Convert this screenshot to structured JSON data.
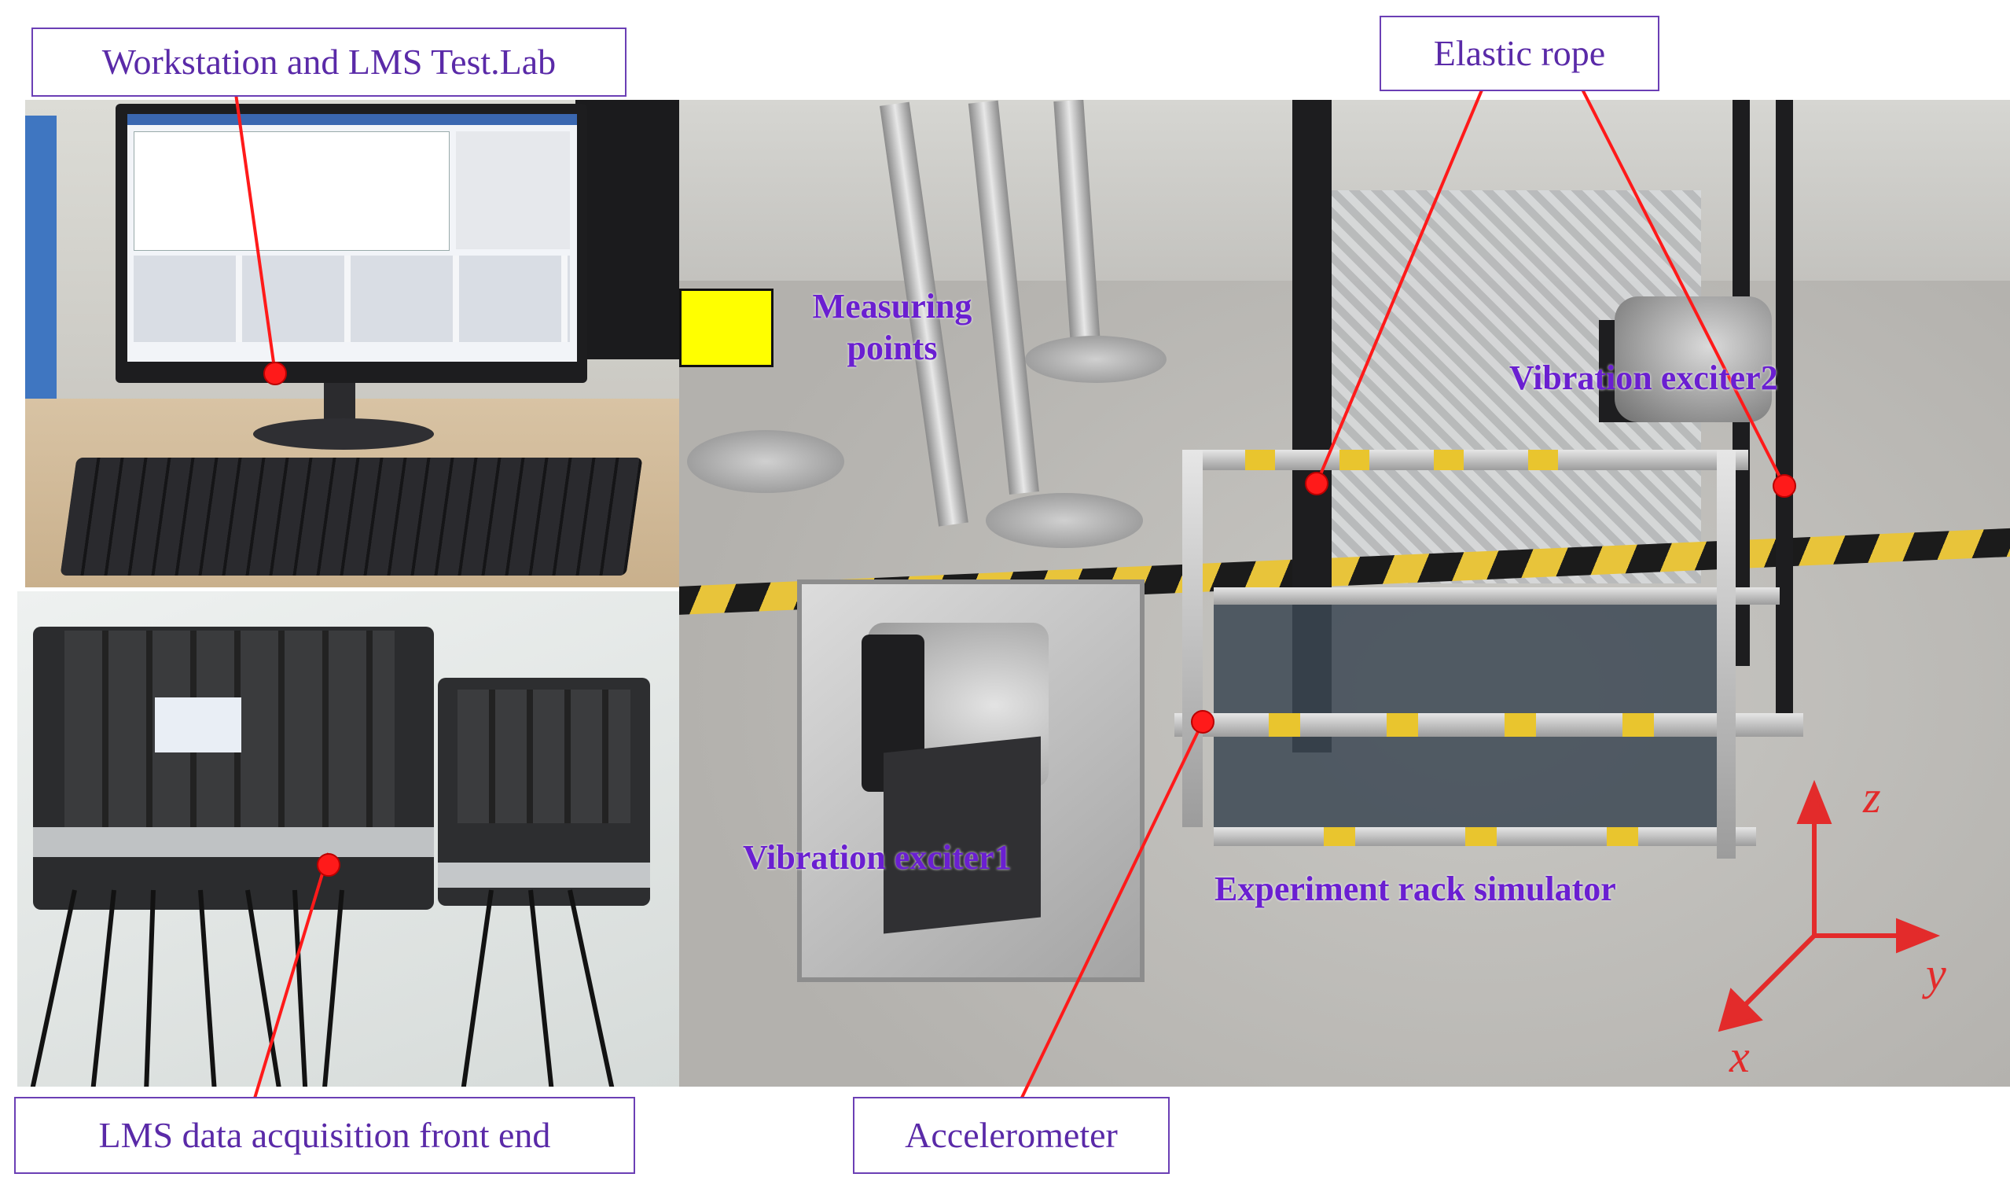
{
  "labels": {
    "workstation": "Workstation  and LMS Test.Lab",
    "elastic_rope": "Elastic rope",
    "measuring_points": "Measuring\npoints",
    "vibration_exciter2": "Vibration exciter2",
    "vibration_exciter1": "Vibration exciter1",
    "rack_simulator": "Experiment rack simulator",
    "daq_front_end": "LMS data acquisition front end",
    "accelerometer": "Accelerometer"
  },
  "axes": {
    "z": "z",
    "y": "y",
    "x": "x"
  },
  "colors": {
    "label_text": "#5a2aa8",
    "label_border": "#6b3fb5",
    "float_label_text": "#6a1fd1",
    "leader_line": "#ff1a1a",
    "axis_color": "#e32b2b",
    "measuring_marker": "#ffff00"
  }
}
